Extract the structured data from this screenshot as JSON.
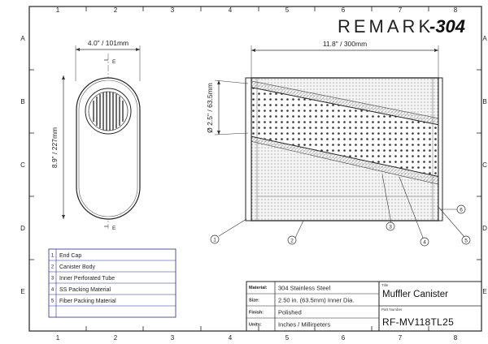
{
  "brand": {
    "prefix": "REMARK",
    "suffix": "-304"
  },
  "grid": {
    "columns": [
      "1",
      "2",
      "3",
      "4",
      "5",
      "6",
      "7",
      "8"
    ],
    "rows": [
      "A",
      "B",
      "C",
      "D",
      "E"
    ]
  },
  "dimensions": {
    "end_cap_width": "4.0\" / 101mm",
    "end_cap_height": "8.9\" / 227mm",
    "body_length": "11.8\" / 300mm",
    "tube_diameter": "Ø 2.5\" / 63.5mm",
    "section_marker": "E"
  },
  "callouts": [
    "1",
    "2",
    "3",
    "4",
    "5",
    "6"
  ],
  "parts": [
    {
      "num": "1",
      "name": "End Cap"
    },
    {
      "num": "2",
      "name": "Canister Body"
    },
    {
      "num": "3",
      "name": "Inner Perforated Tube"
    },
    {
      "num": "4",
      "name": "SS Packing Material"
    },
    {
      "num": "5",
      "name": "Fiber Packing Material"
    }
  ],
  "title_block": {
    "material_label": "Material:",
    "material_value": "304 Stainless Steel",
    "size_label": "Size:",
    "size_value": "2.50 in. (63.5mm) Inner Dia.",
    "finish_label": "Finish:",
    "finish_value": "Polished",
    "units_label": "Units:",
    "units_value": "Inches / Millimeters",
    "title_label": "Title",
    "title_value": "Muffler Canister",
    "part_label": "Part Number",
    "part_value": "RF-MV118TL25"
  },
  "colors": {
    "line": "#222222",
    "border": "#1e1e1e",
    "table_line": "#2b2b8a",
    "hatch": "#cfcfcf"
  }
}
